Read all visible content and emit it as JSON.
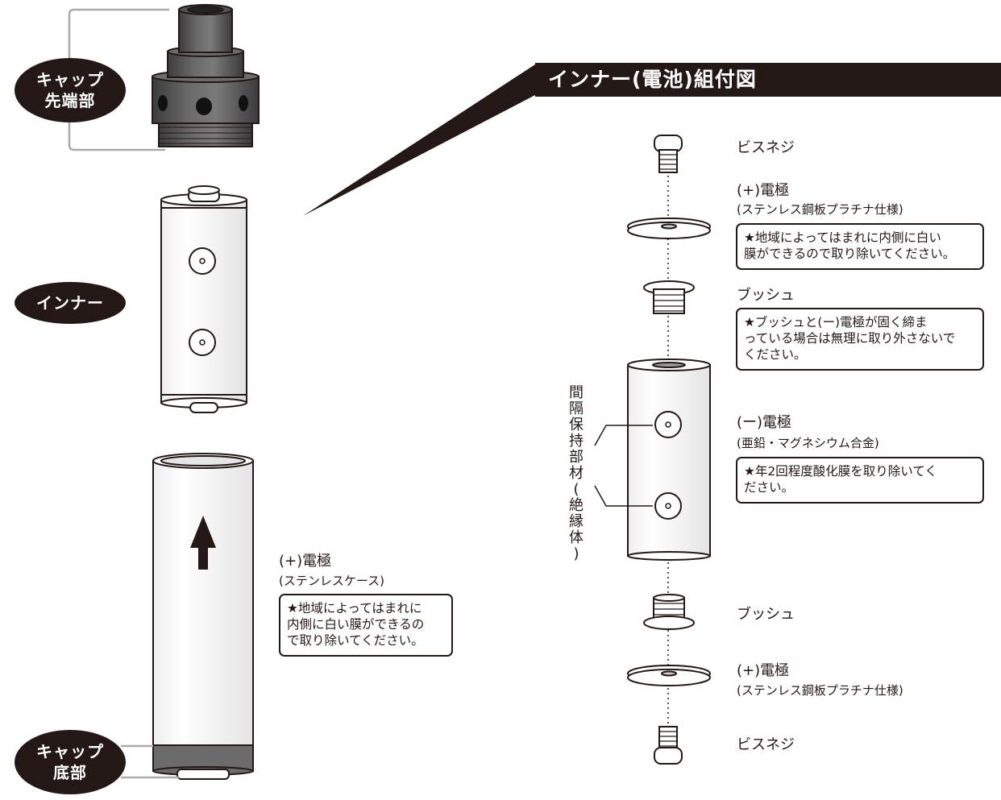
{
  "diagram_title": "インナー(電池)組付図",
  "left": {
    "cap_tip_label": [
      "キャップ",
      "先端部"
    ],
    "inner_label": "インナー",
    "cap_bottom_label": [
      "キャップ",
      "底部"
    ],
    "case_electrode": "(+)電極",
    "case_electrode_sub": "(ステンレスケース)",
    "case_note": [
      "★地域によってはまれに",
      "内側に白い膜ができるの",
      "で取り除いてください。"
    ]
  },
  "right": {
    "screw_top": "ビスネジ",
    "plus_electrode_top": "(+)電極",
    "plus_electrode_top_sub": "(ステンレス鋼板プラチナ仕様)",
    "plus_note": [
      "★地域によってはまれに内側に白い",
      "膜ができるので取り除いてください。"
    ],
    "bush_top": "ブッシュ",
    "bush_note": [
      "★ブッシュと(ー)電極が固く締ま",
      "っている場合は無理に取り外さないで",
      "ください。"
    ],
    "spacer_vertical": [
      "間",
      "隔",
      "保",
      "持",
      "部",
      "材",
      "(",
      "絶",
      "縁",
      "体",
      ")"
    ],
    "minus_electrode": "(ー)電極",
    "minus_electrode_sub": "(亜鉛・マグネシウム合金)",
    "minus_note": [
      "★年2回程度酸化膜を取り除いてく",
      "ださい。"
    ],
    "bush_bottom": "ブッシュ",
    "plus_electrode_bottom": "(+)電極",
    "plus_electrode_bottom_sub": "(ステンレス鋼板プラチナ仕様)",
    "screw_bottom": "ビスネジ"
  },
  "colors": {
    "ink": "#231815",
    "panel": "#e6e6e6",
    "part_gray": "#5a5a5a",
    "bracket": "#aaaaaa"
  }
}
